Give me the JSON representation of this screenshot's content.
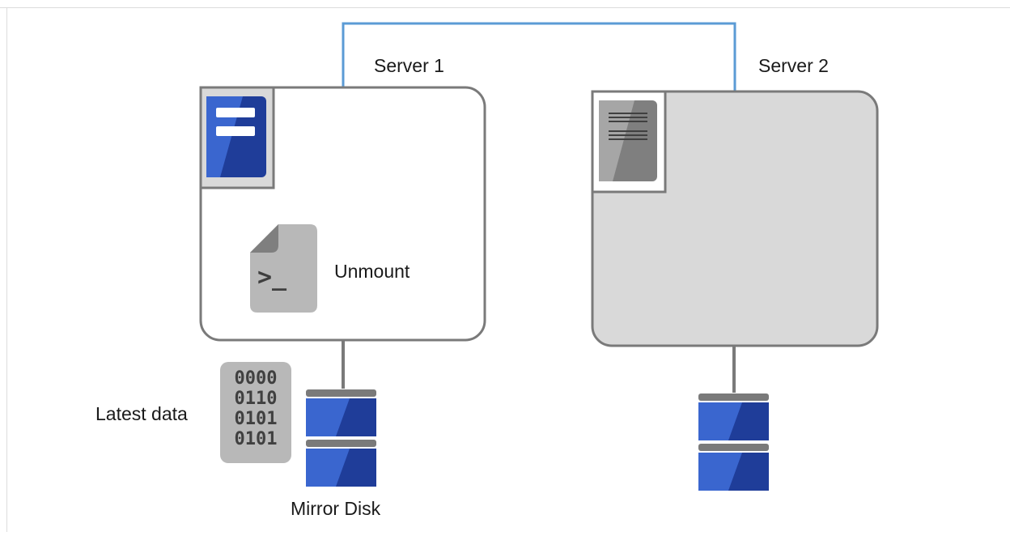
{
  "diagram": {
    "server1": {
      "label": "Server 1",
      "state": "active"
    },
    "server2": {
      "label": "Server 2",
      "state": "standby"
    },
    "script": {
      "label": "Unmount",
      "prompt": ">_"
    },
    "data": {
      "label": "Latest data",
      "rows": [
        "0000",
        "0110",
        "0101",
        "0101"
      ]
    },
    "mirror_disk": {
      "label": "Mirror Disk"
    }
  },
  "colors": {
    "frame": "#dcdcdc",
    "network_line": "#5b9bd5",
    "server_border": "#7a7a7a",
    "standby_fill": "#d9d9d9",
    "disk_blue": "#1f3d99",
    "disk_highlight": "#3a66cf",
    "disk_separator": "#7a7a7a",
    "icon_gray": "#b8b8b8"
  }
}
